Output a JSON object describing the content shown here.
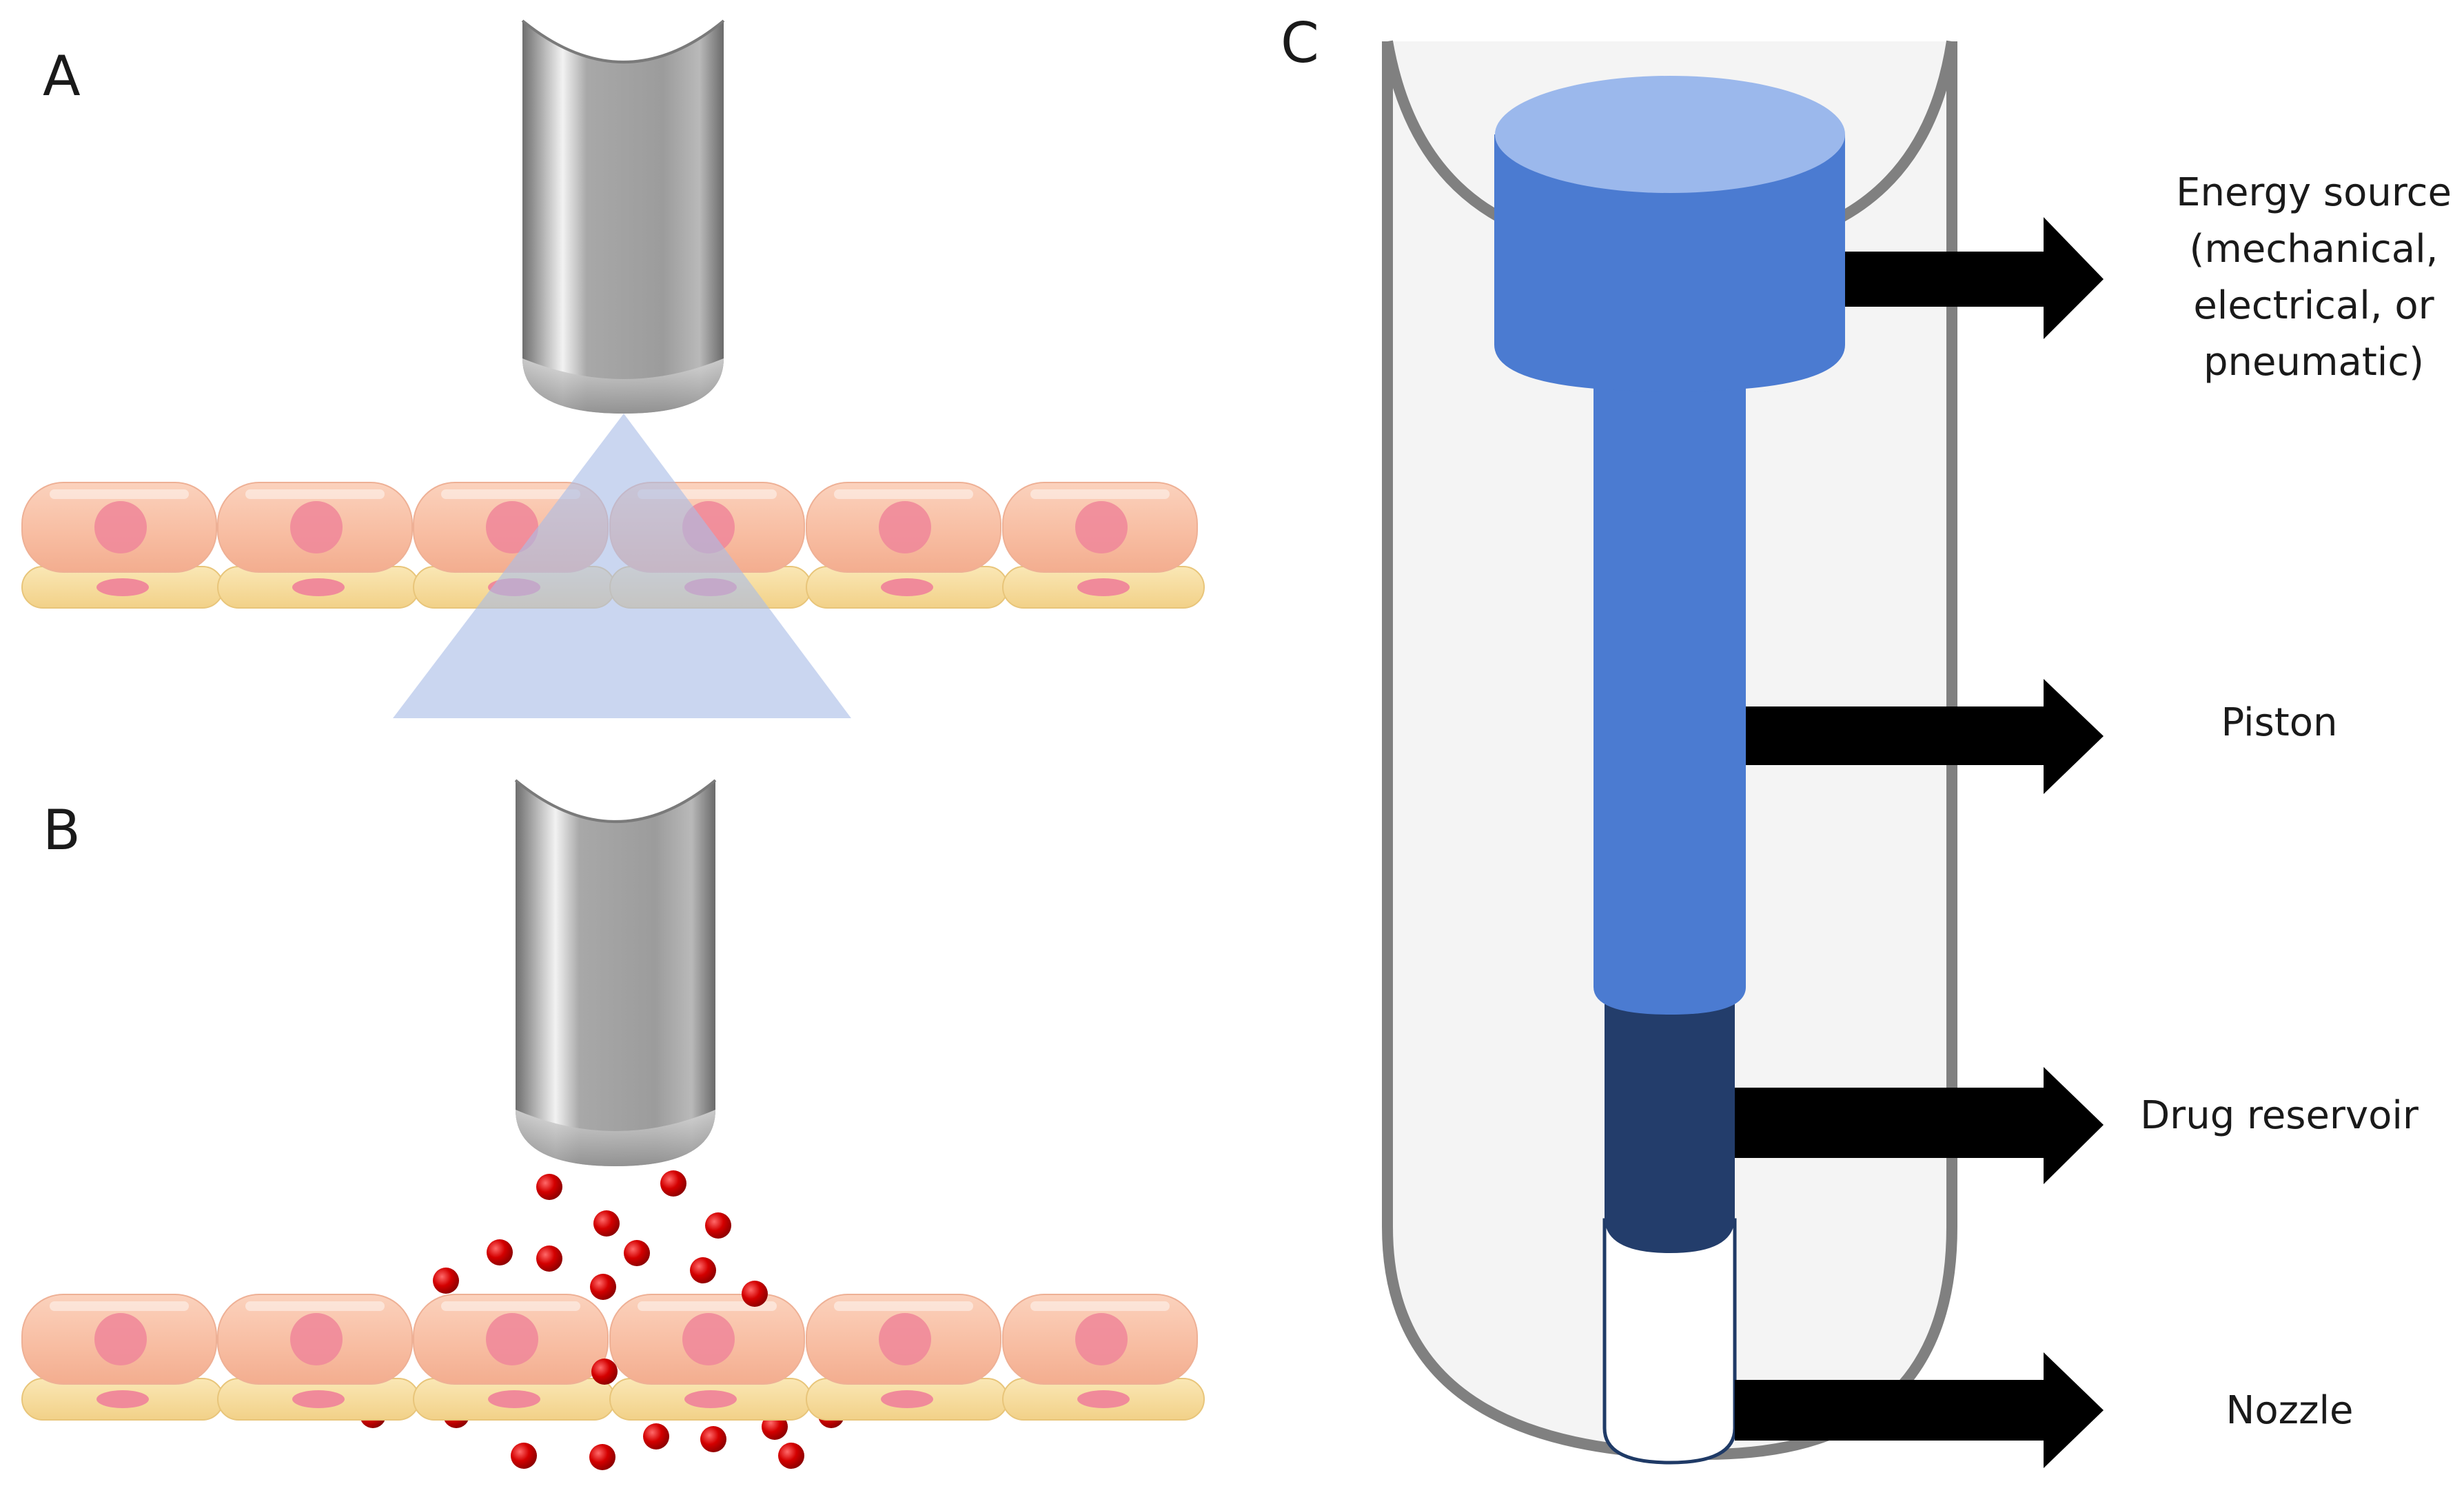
{
  "panels": {
    "a": {
      "letter": "A"
    },
    "b": {
      "letter": "B"
    },
    "c": {
      "letter": "C"
    }
  },
  "labels": {
    "energy_source": [
      "Energy source",
      "(mechanical,",
      "electrical, or",
      "pneumatic)"
    ],
    "piston": "Piston",
    "drug_reservoir": "Drug reservoir",
    "nozzle": "Nozzle"
  },
  "colors": {
    "cell_pink": "#f9c2a6",
    "cell_nucleus": "#f08a9a",
    "cell_yellow": "#f7dc9a",
    "spray_cone": "#a9bde6",
    "droplet_red": "#cc0000",
    "piston_blue": "#4b7bd1",
    "piston_top": "#9bb8ec",
    "reservoir_navy": "#233d6b",
    "tube_gray": "#808080",
    "tube_fill": "#f4f4f4",
    "arrow_black": "#000000"
  },
  "icons": {
    "nozzle_a": "injector-nozzle-icon",
    "nozzle_b": "injector-nozzle-icon",
    "arrow": "right-arrow-icon"
  }
}
